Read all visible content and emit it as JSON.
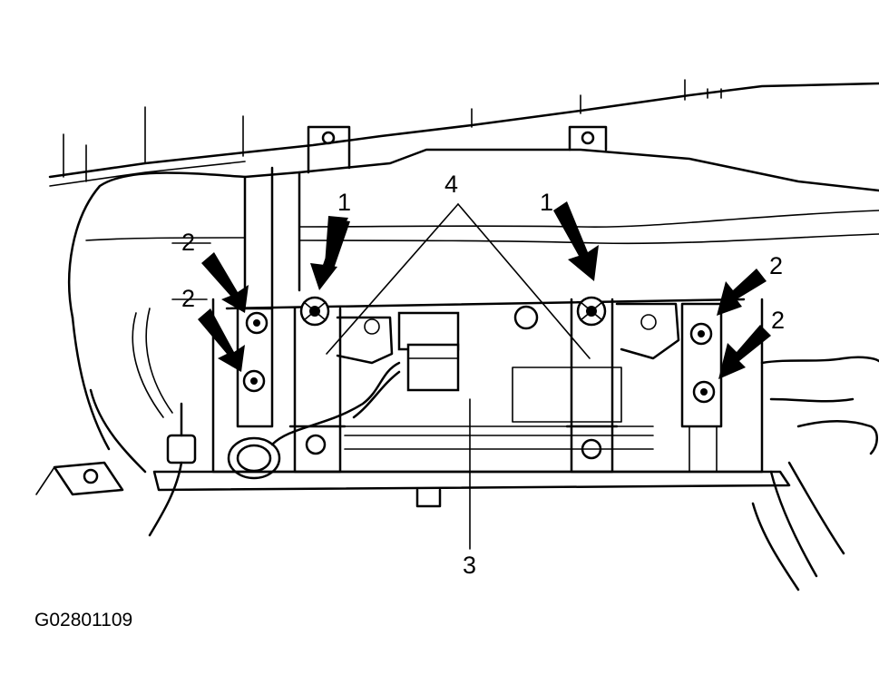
{
  "figure_id": "G02801109",
  "callouts": {
    "c1_left": "1",
    "c1_right": "1",
    "c2_left_top": "2",
    "c2_left_bottom": "2",
    "c2_right_top": "2",
    "c2_right_bottom": "2",
    "c3": "3",
    "c4": "4"
  },
  "colors": {
    "ink": "#000000",
    "paper": "#ffffff"
  }
}
